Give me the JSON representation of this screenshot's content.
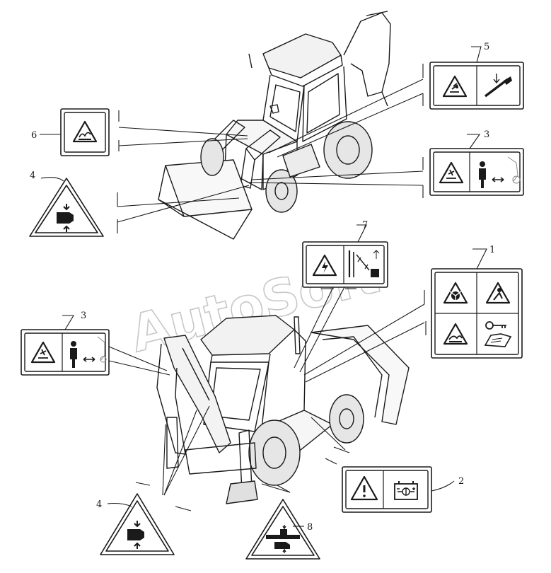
{
  "callouts": {
    "c1": "1",
    "c2": "2",
    "c3_top": "3",
    "c3_left": "3",
    "c4_top": "4",
    "c4_bottom": "4",
    "c5": "5",
    "c6": "6",
    "c7": "7",
    "c8": "8"
  },
  "watermark": "AutoSoft",
  "colors": {
    "ink": "#1a1a1a",
    "paper": "#ffffff",
    "watermark": "#c8c8c8"
  }
}
